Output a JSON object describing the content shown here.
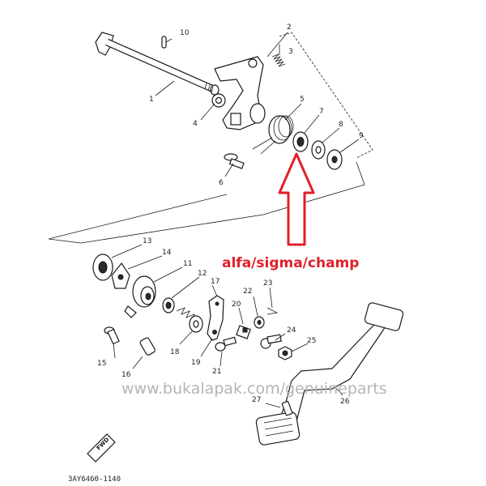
{
  "part_numbers": [
    "1",
    "2",
    "3",
    "4",
    "5",
    "6",
    "7",
    "8",
    "9",
    "10",
    "11",
    "12",
    "13",
    "14",
    "15",
    "16",
    "17",
    "18",
    "19",
    "20",
    "21",
    "22",
    "23",
    "24",
    "25",
    "26",
    "27"
  ],
  "annotation": "alfa/sigma/champ",
  "watermark": "www.bukalapak.com/genuineparts",
  "fwd_label": "FWD",
  "diagram_code": "3AY6460-1140",
  "colors": {
    "annotation": "#e0202a",
    "watermark": "#b5b5b5",
    "line": "#1a1a1a"
  }
}
